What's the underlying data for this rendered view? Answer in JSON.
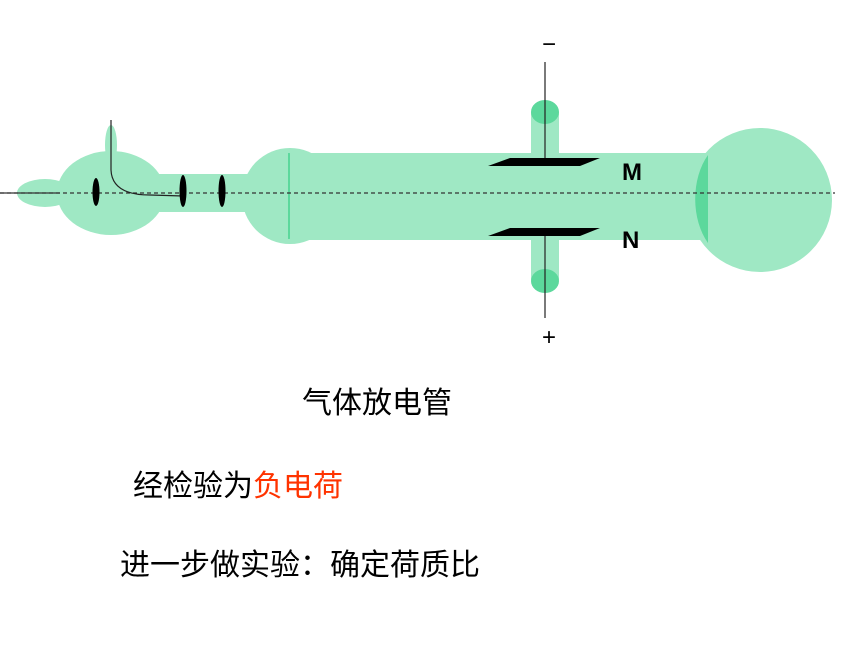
{
  "diagram": {
    "top_electrode_sign": "−",
    "bottom_electrode_sign": "+",
    "plate_top_label": "M",
    "plate_bottom_label": "N",
    "colors": {
      "tube_fill": "#9fe8c4",
      "tube_dark": "#5cd89c",
      "axis": "#333333",
      "plate": "#000000"
    }
  },
  "captions": {
    "title": "气体放电管",
    "line2_prefix": "经检验为",
    "line2_highlight": "负电荷",
    "line3": "进一步做实验：确定荷质比"
  }
}
